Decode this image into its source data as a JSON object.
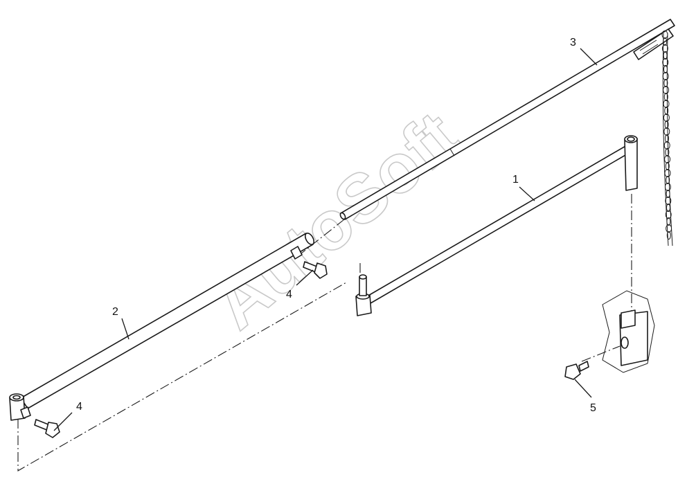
{
  "watermark": "AutoSoft",
  "callouts": [
    {
      "id": "1",
      "text": "1"
    },
    {
      "id": "2",
      "text": "2"
    },
    {
      "id": "3",
      "text": "3"
    },
    {
      "id": "4a",
      "text": "4"
    },
    {
      "id": "4b",
      "text": "4"
    },
    {
      "id": "5",
      "text": "5"
    }
  ],
  "colors": {
    "ink": "#1a1a1a",
    "watermark": "#c9c9c9",
    "background": "#ffffff"
  }
}
